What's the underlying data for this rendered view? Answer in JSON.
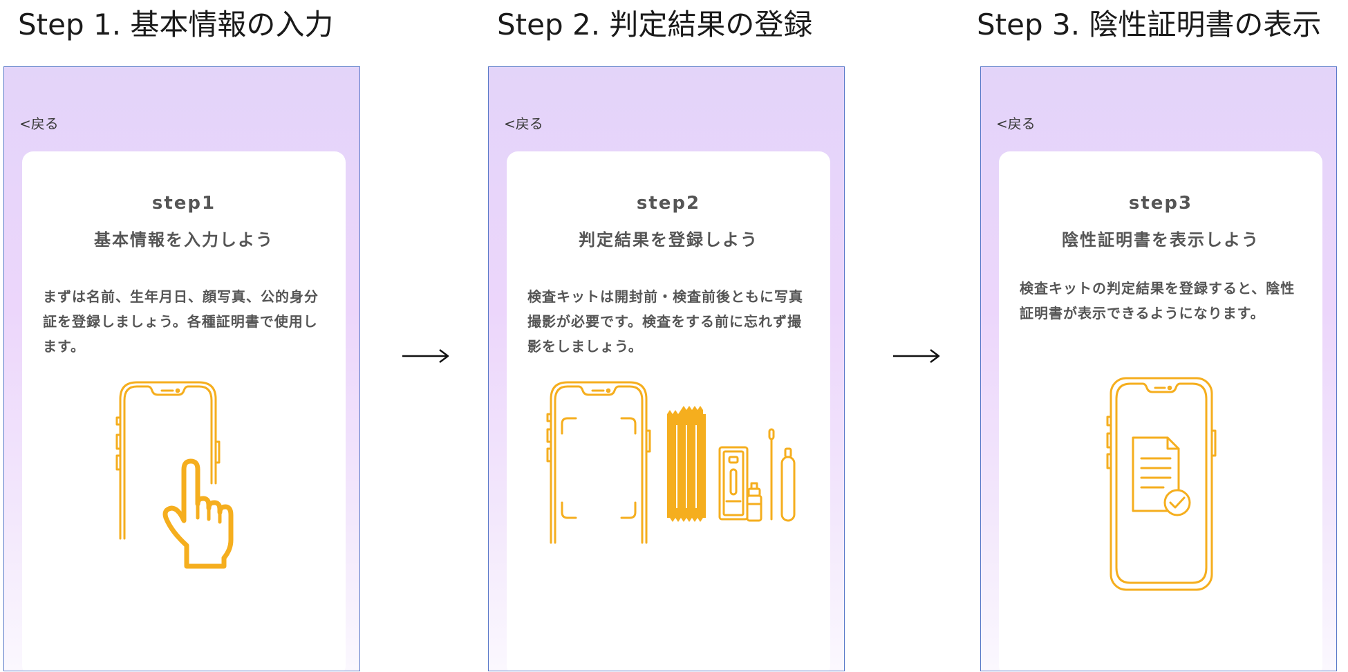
{
  "steps": [
    {
      "heading": "Step 1. 基本情報の入力",
      "back_label": "<戻る",
      "step_label": "step1",
      "title": "基本情報を入力しよう",
      "description": "まずは名前、生年月日、顔写真、公的身分証を登録しましょう。各種証明書で使用します。",
      "illustration": "phone-tap-icon"
    },
    {
      "heading": "Step 2. 判定結果の登録",
      "back_label": "<戻る",
      "step_label": "step2",
      "title": "判定結果を登録しよう",
      "description": "検査キットは開封前・検査前後ともに写真撮影が必要です。検査をする前に忘れず撮影をしましょう。",
      "illustration": "phone-camera-test-kit-icon"
    },
    {
      "heading": "Step 3. 陰性証明書の表示",
      "back_label": "<戻る",
      "step_label": "step3",
      "title": "陰性証明書を表示しよう",
      "description": "検査キットの判定結果を登録すると、陰性証明書が表示できるようになります。",
      "illustration": "phone-certificate-icon"
    }
  ],
  "arrows": [
    "→",
    "→"
  ],
  "colors": {
    "accent": "#f5ae1e",
    "frame_border": "#5878c8",
    "screen_bg_top": "#e3d4f9",
    "card_bg": "#ffffff",
    "text": "#555555"
  }
}
